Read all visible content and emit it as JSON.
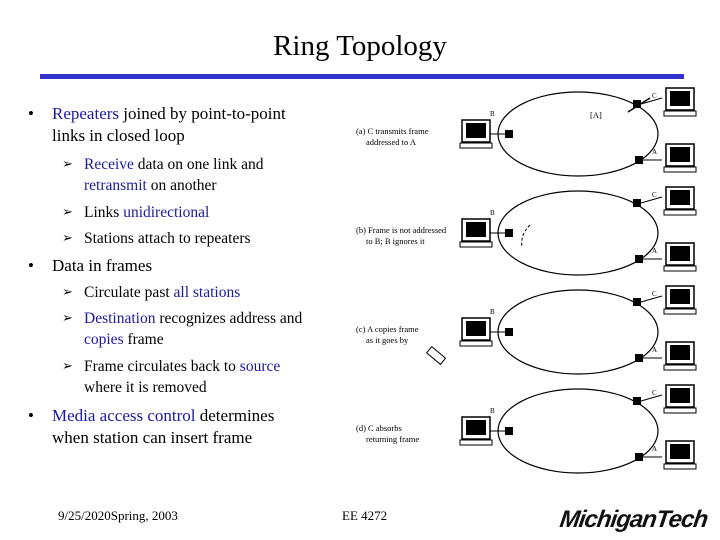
{
  "slide": {
    "title": "Ring Topology",
    "bullet1": {
      "part1": "Repeaters",
      "part2": " joined by point-to-point",
      "line2": "links in closed loop"
    },
    "sub1a": {
      "part1": "Receive",
      "part2": " data on one link and",
      "line2": "retransmit",
      "line2b": " on another"
    },
    "sub1b": {
      "part1": "Links ",
      "part2": "unidirectional"
    },
    "sub1c": {
      "text": "Stations attach to repeaters"
    },
    "bullet2": {
      "text": "Data in frames"
    },
    "sub2a": {
      "part1": "Circulate past ",
      "part2": "all stations"
    },
    "sub2b": {
      "part1": "Destination",
      "part2": " recognizes address and",
      "line2": "copies",
      "line2b": " frame"
    },
    "sub2c": {
      "part1": "Frame circulates back to ",
      "part2": "source",
      "line2": "where it is removed"
    },
    "bullet3": {
      "part1": "Media access control",
      "part2": " determines",
      "line2": "when station can insert frame"
    }
  },
  "diagram": {
    "panels": [
      {
        "caption1": "(a) C transmits frame",
        "caption2": "addressed to A",
        "extra": "[A]"
      },
      {
        "caption1": "(b) Frame is not addressed",
        "caption2": "to B; B ignores it",
        "extra": ""
      },
      {
        "caption1": "(c) A copies frame",
        "caption2": "as it goes by",
        "extra": ""
      },
      {
        "caption1": "(d) C absorbs",
        "caption2": "returning frame",
        "extra": ""
      }
    ],
    "station_labels": {
      "a": "A",
      "b": "B",
      "c": "C"
    }
  },
  "footer": {
    "date": "9/25/2020",
    "term": "Spring, 2003",
    "course": "EE 4272",
    "logo": "MichiganTech"
  }
}
